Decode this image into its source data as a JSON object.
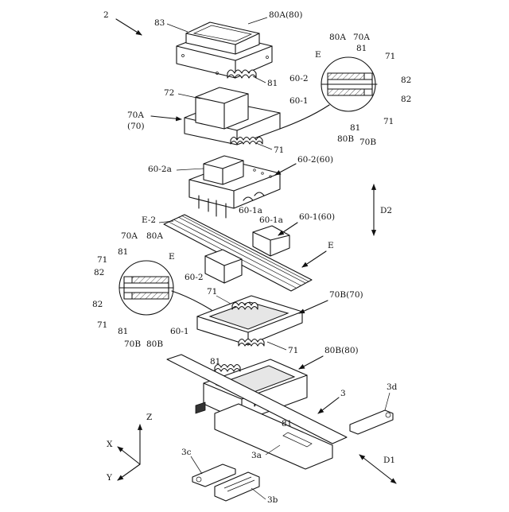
{
  "labels": {
    "assembly": "2",
    "cover_inner": "83",
    "upper_outer": "80A(80)",
    "upper_outer_short": "80A",
    "upper_inner": "70A",
    "upper_inner_short": "(70)",
    "upper_inner_full": "70A",
    "seal_rib": "81",
    "post": "72",
    "groove": "71",
    "upper_frame_part": "60-2a",
    "upper_frame": "60-2(60)",
    "lower_frame_part": "60-1a",
    "lower_frame": "60-1(60)",
    "frame_upper": "60-2",
    "frame_lower": "60-1",
    "cable_top": "E-2",
    "cable_mid": "60-1a",
    "cable": "E",
    "lower_inner": "70B(70)",
    "lower_outer": "80B(80)",
    "lower_inner_short": "70B",
    "lower_outer_short": "80B",
    "wall": "82",
    "bracket": "3",
    "bracket_3a": "3a",
    "bracket_3b": "3b",
    "bracket_3c": "3c",
    "bracket_3d": "3d",
    "dir_D1": "D1",
    "dir_D2": "D2",
    "axis_X": "X",
    "axis_Y": "Y",
    "axis_Z": "Z"
  }
}
